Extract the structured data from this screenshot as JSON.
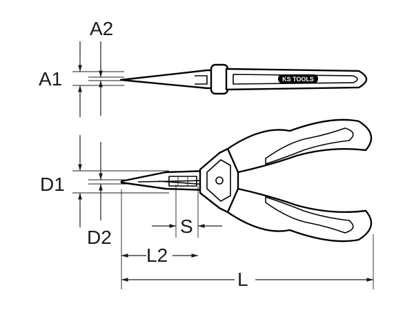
{
  "dimensions": {
    "a1": "A1",
    "a2": "A2",
    "d1": "D1",
    "d2": "D2",
    "s": "S",
    "l2": "L2",
    "l": "L"
  },
  "logo": {
    "text": "KS TOOLS"
  },
  "colors": {
    "line": "#1a1a1a",
    "background": "#ffffff"
  }
}
